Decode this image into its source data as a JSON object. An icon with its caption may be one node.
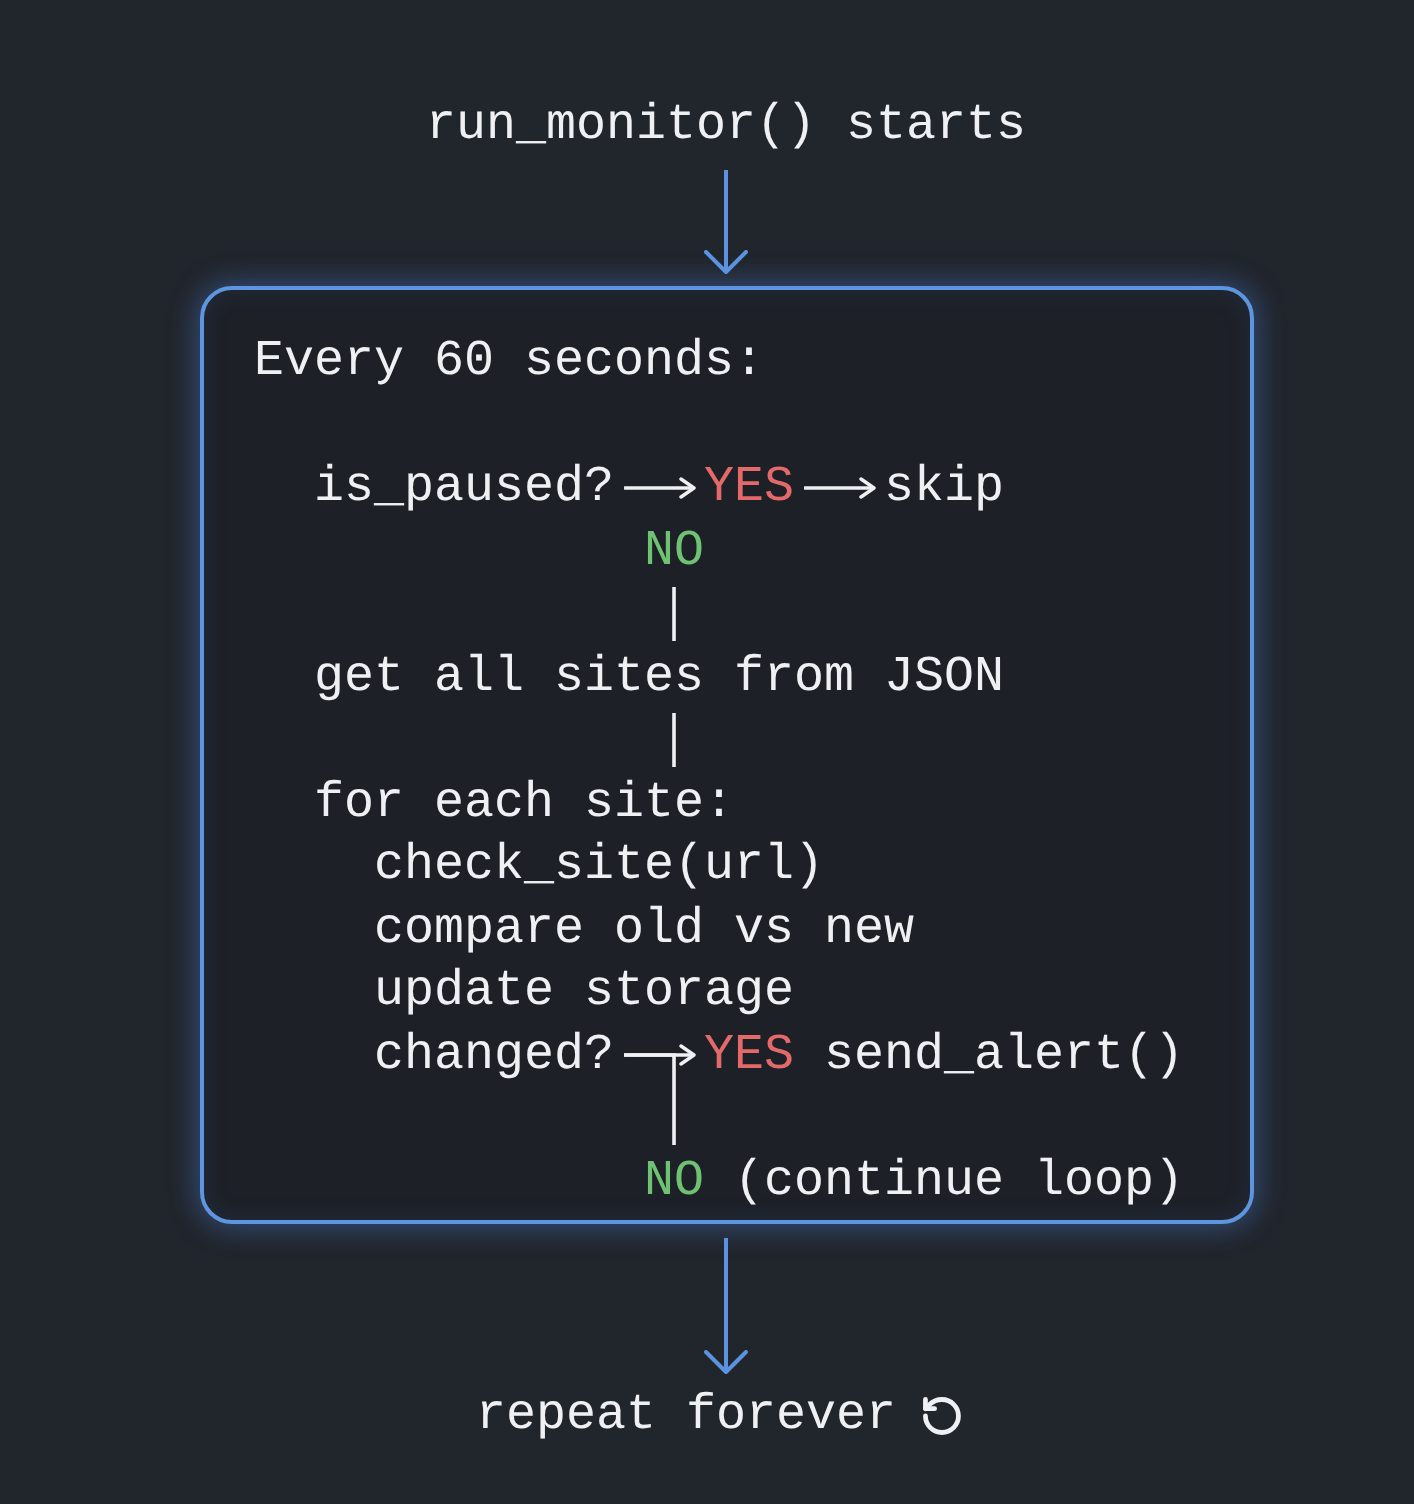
{
  "diagram": {
    "nodes": [
      {
        "text": [
          "run_monitor() starts"
        ]
      },
      {
        "text": [
          "Every 60 seconds:"
        ]
      },
      {
        "text": [
          "is_paused?"
        ],
        "in": 1
      },
      {
        "text": [
          "YES"
        ],
        "in": 1
      },
      {
        "text": [
          "skip"
        ],
        "in": 1
      },
      {
        "text": [
          "NO"
        ],
        "in": 1
      },
      {
        "text": [
          "get all sites from JSON"
        ],
        "in": 1
      },
      {
        "text": [
          "for each site:"
        ],
        "in": 1
      },
      {
        "text": [
          "changed?"
        ],
        "in": 1
      },
      {
        "text": [
          "YES"
        ],
        "in": 1,
        "beside": [
          "send_alert()"
        ]
      },
      {
        "text": [
          "NO"
        ],
        "in": 1,
        "beside": [
          "(continue loop)"
        ]
      },
      {
        "text": [
          "repeat forever"
        ]
      }
    ],
    "edges": [
      {
        "from": 0,
        "to": 1,
        "arrow": "to",
        "color": "#5b93e0"
      },
      {
        "from": 2,
        "to": 3,
        "arrow": "to"
      },
      {
        "from": 3,
        "to": 4,
        "arrow": "to"
      },
      {
        "from": 5,
        "to": 6,
        "arrow": "none"
      },
      {
        "from": 6,
        "to": 7,
        "arrow": "none"
      },
      {
        "from": 8,
        "to": 9,
        "arrow": "to"
      },
      {
        "from": 8,
        "to": 10,
        "arrow": "none"
      },
      {
        "from": 1,
        "to": 11,
        "arrow": "to",
        "color": "#5b93e0"
      }
    ],
    "labels": [
      "check_site(url)",
      "compare old vs new",
      "update storage"
    ]
  }
}
